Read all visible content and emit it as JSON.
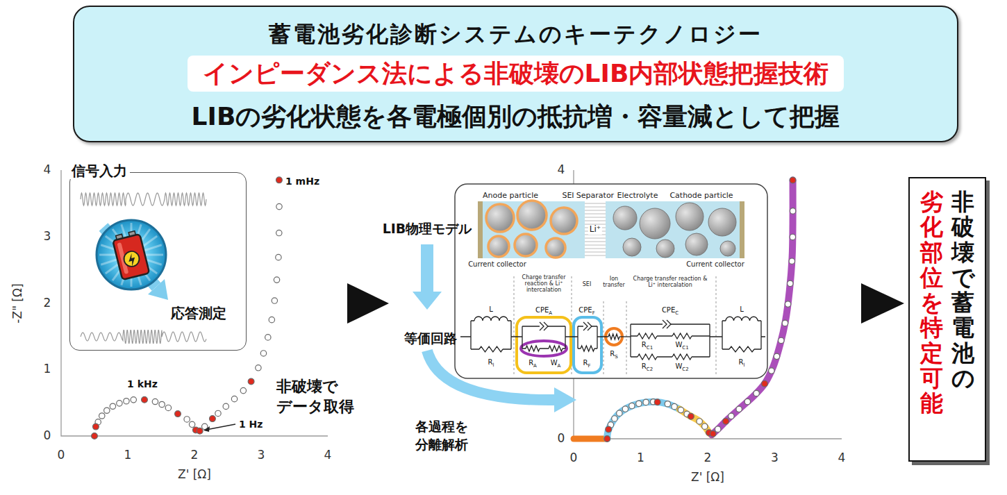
{
  "diagram": {
    "nodes": [
      {
        "text": [
          "蓄電池劣化診断システムのキーテクノロジー",
          "LIBの劣化状態を各電極個別の抵抗増・容量減として把握"
        ]
      },
      {
        "text": [
          "インピーダンス法による非破壊のLIB内部状態把握技術"
        ],
        "in": 0
      },
      {
        "text": [
          "信号入力",
          "応答測定"
        ]
      },
      {
        "text": [
          "非破壊で蓄電池の",
          "劣化部位を特定可能"
        ]
      }
    ],
    "labels": [
      "4",
      "3",
      "2",
      "1",
      "0",
      "0",
      "1",
      "2",
      "3",
      "4",
      "-Z\" [Ω]",
      "Z' [Ω]",
      "1 mHz",
      "1 kHz",
      "1 Hz",
      "非破壊で データ取得",
      "LIB物理モデル",
      "等価回路",
      "各過程を 分離解析",
      "Anode particle",
      "SEI",
      "Separator",
      "Electrolyte",
      "Cathode particle",
      "Li⁺",
      "Current collector",
      "Current collector",
      "Charge transfer reaction & Li⁺ intercalation",
      "SEI",
      "Ion transfer",
      "Charge transfer reaction & Li⁺ intercalation",
      "L",
      "R",
      "l",
      "CPE",
      "A",
      "R",
      "A",
      "W",
      "A",
      "CPE",
      "F",
      "R",
      "F",
      "R",
      "S",
      "CPE",
      "C",
      "R",
      "C1",
      "W",
      "C1",
      "R",
      "C2",
      "W",
      "C2",
      "L",
      "R",
      "l",
      "4",
      "0",
      "0",
      "1",
      "2",
      "3",
      "4",
      "Z' [Ω]"
    ]
  }
}
